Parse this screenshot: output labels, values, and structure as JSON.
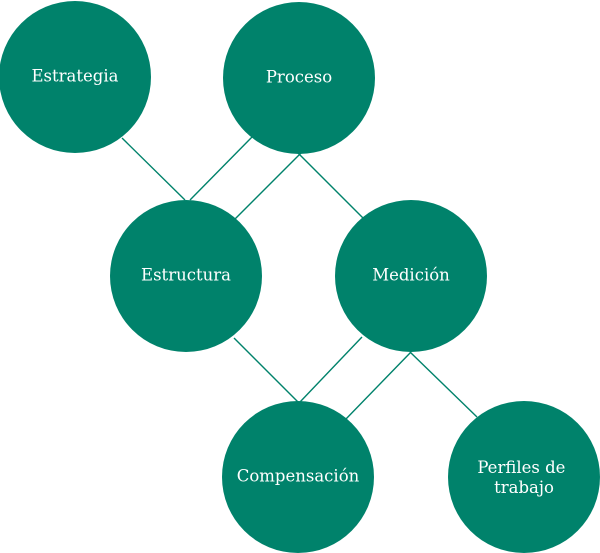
{
  "nodes": [
    {
      "id": "estrategia",
      "label": "Estrategia"
    },
    {
      "id": "proceso",
      "label": "Proceso"
    },
    {
      "id": "estructura",
      "label": "Estructura"
    },
    {
      "id": "medicion",
      "label": "Medición"
    },
    {
      "id": "compensacion",
      "label": "Compensación"
    },
    {
      "id": "perfiles",
      "label": [
        "Perfiles de",
        "trabajo"
      ]
    }
  ],
  "colors": {
    "node_fill": "#00826b",
    "edge": "#00826b",
    "label": "#ffffff"
  }
}
